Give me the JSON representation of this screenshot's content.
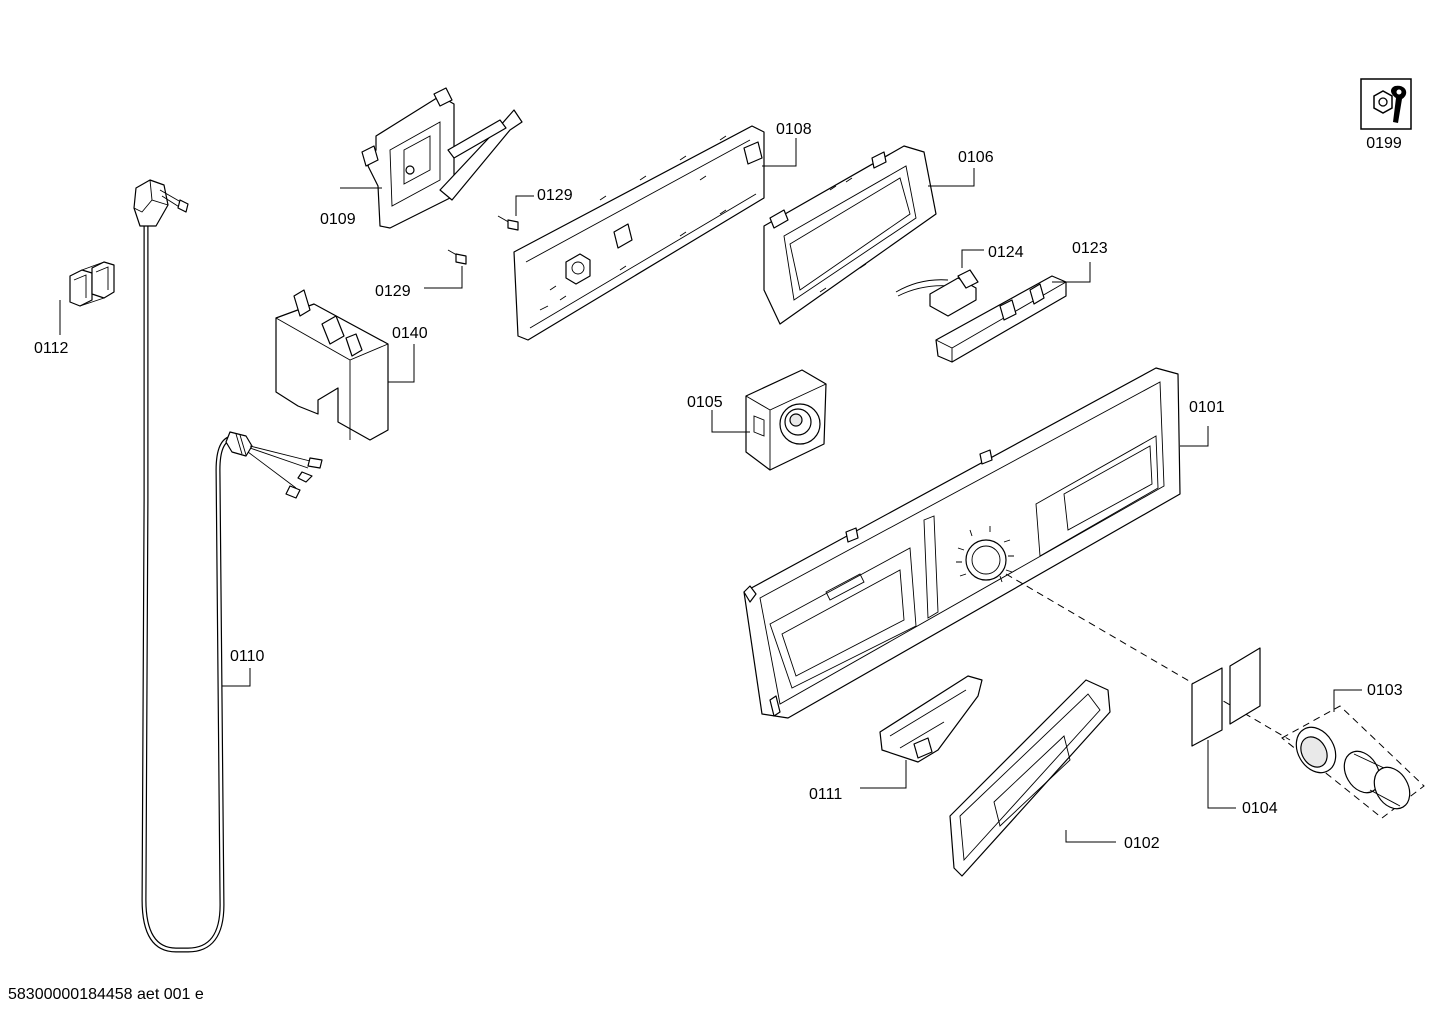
{
  "drawing": {
    "footer_id": "58300000184458 aet 001 e",
    "service_icon_label": "0199",
    "service_icon": "wrench-nut-icon"
  },
  "parts": {
    "p0101": "0101",
    "p0102": "0102",
    "p0103": "0103",
    "p0104": "0104",
    "p0105": "0105",
    "p0106": "0106",
    "p0108": "0108",
    "p0109": "0109",
    "p0110": "0110",
    "p0111": "0111",
    "p0112": "0112",
    "p0123": "0123",
    "p0124": "0124",
    "p0129a": "0129",
    "p0129b": "0129",
    "p0140": "0140"
  }
}
